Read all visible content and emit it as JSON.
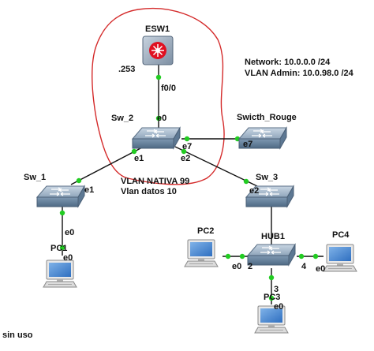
{
  "devices": {
    "esw1": {
      "name": "ESW1",
      "ip_suffix": ".253"
    },
    "sw2": {
      "name": "Sw_2"
    },
    "switch_rouge": {
      "name": "Swicth_Rouge"
    },
    "sw1": {
      "name": "Sw_1"
    },
    "sw3": {
      "name": "Sw_3"
    },
    "hub1": {
      "name": "HUB1"
    },
    "pc1": {
      "name": "PC1"
    },
    "pc2": {
      "name": "PC2"
    },
    "pc3": {
      "name": "PC3"
    },
    "pc4": {
      "name": "PC4"
    }
  },
  "ports": {
    "esw1_f00": "f0/0",
    "sw2_e0": "e0",
    "sw2_e7": "e7",
    "sw2_e1": "e1",
    "sw2_e2": "e2",
    "rouge_e7": "e7",
    "sw1_e1": "e1",
    "sw1_e0": "e0",
    "pc1_e0": "e0",
    "sw3_e2": "e2",
    "hub_p2": "2",
    "hub_p4": "4",
    "hub_p3": "3",
    "pc2_e0": "e0",
    "pc4_e0": "e0",
    "pc3_e0": "e0"
  },
  "notes": {
    "network": "Network: 10.0.0.0 /24",
    "vlan_admin": "VLAN Admin: 10.0.98.0 /24",
    "vlan_nativa": "VLAN NATIVA 99",
    "vlan_datos": "Vlan datos 10",
    "sin_uso": "sin uso"
  },
  "colors": {
    "annotation_outline": "#d42a2a",
    "link_dot": "#22cc22",
    "switch_body": "#7f99b2",
    "router_core": "#e01020"
  }
}
